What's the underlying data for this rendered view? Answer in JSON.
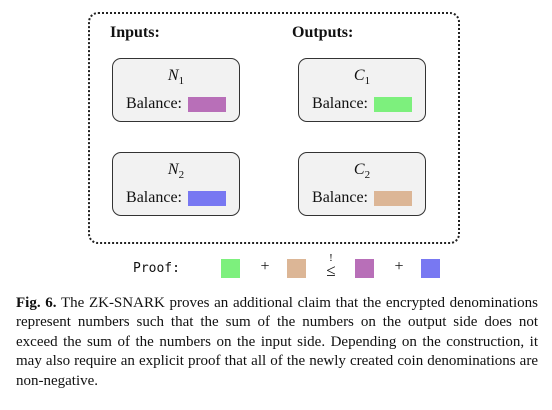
{
  "inputs_heading": "Inputs:",
  "outputs_heading": "Outputs:",
  "balance_label": "Balance:",
  "inputs": [
    {
      "symbol": "N",
      "subscript": "1",
      "color": "#b86fb8"
    },
    {
      "symbol": "N",
      "subscript": "2",
      "color": "#7878f2"
    }
  ],
  "outputs": [
    {
      "symbol": "C",
      "subscript": "1",
      "color": "#7df07d"
    },
    {
      "symbol": "C",
      "subscript": "2",
      "color": "#dcb696"
    }
  ],
  "proof": {
    "label": "Proof:",
    "plus": "+",
    "relation_mark": "!",
    "relation_symbol": "≤",
    "colors": [
      "#7df07d",
      "#dcb696",
      "#b86fb8",
      "#7878f2"
    ]
  },
  "caption": {
    "figure_label": "Fig. 6.",
    "text": "The ZK-SNARK proves an additional claim that the encrypted denominations represent numbers such that the sum of the numbers on the output side does not exceed the sum of the numbers on the input side. Depending on the construction, it may also require an explicit proof that all of the newly created coin denominations are non-negative."
  }
}
